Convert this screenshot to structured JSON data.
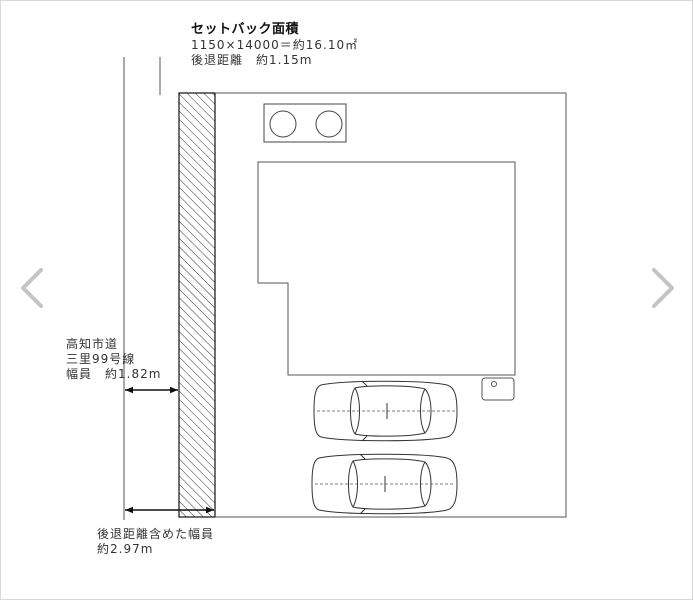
{
  "setback": {
    "title": "セットバック面積",
    "formula": "1150×14000＝約16.10㎡",
    "distance": "後退距離　約1.15m"
  },
  "road": {
    "name": "高知市道",
    "line": "三里99号線",
    "width": "幅員　約1.82m"
  },
  "total_width": {
    "label": "後退距離含めた幅員",
    "value": "約2.97m"
  },
  "nav": {
    "prev_icon": "chevron-left-icon",
    "next_icon": "chevron-right-icon"
  }
}
